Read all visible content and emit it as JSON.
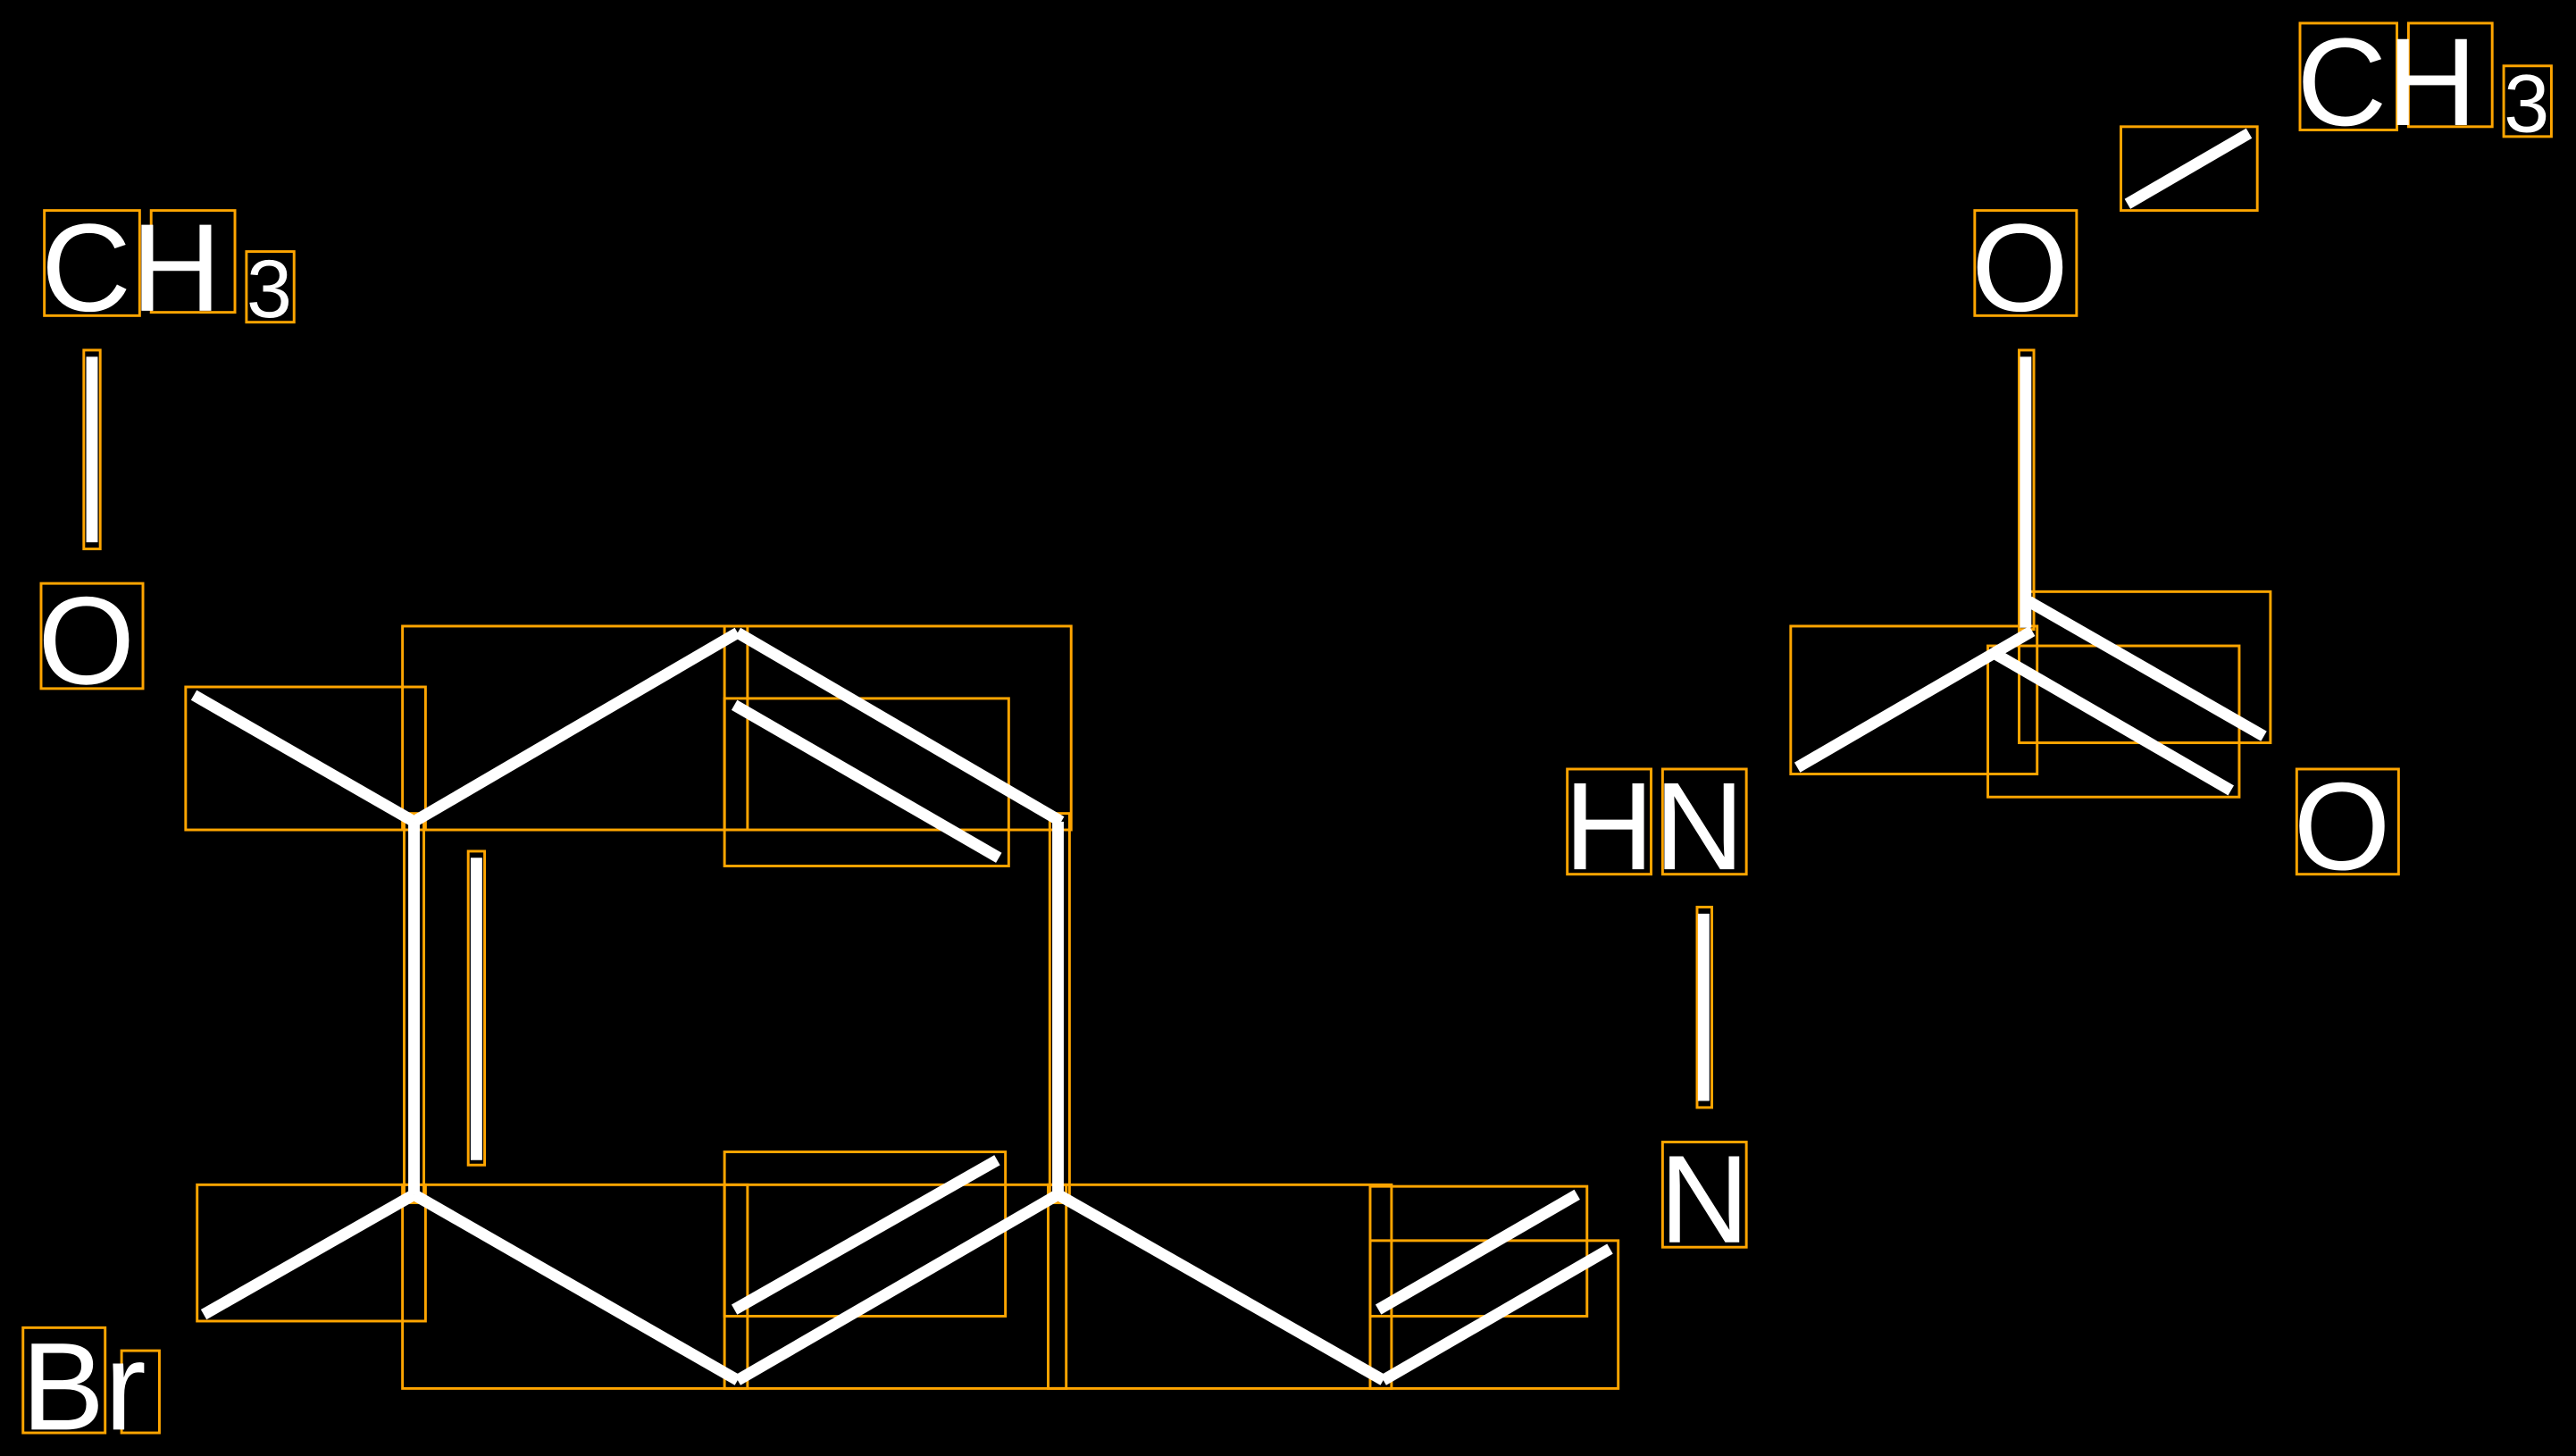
{
  "diagram": {
    "type": "chemical-structure",
    "background": "#000000",
    "bond_color": "#ffffff",
    "annotation_box_color": "#ffa500",
    "atoms": {
      "methoxy_c": "CH",
      "methoxy_sub": "3",
      "methoxy_o": "O",
      "bromo": "Br",
      "nh": "HN",
      "n": "N",
      "ester_o": "O",
      "carbonyl_o": "O",
      "ester_c": "CH",
      "ester_sub": "3"
    }
  }
}
